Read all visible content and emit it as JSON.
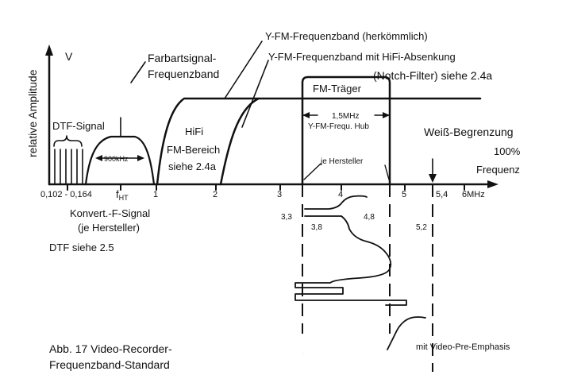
{
  "axis": {
    "y_label": "relative Amplitude",
    "y_unit": "V",
    "x_label": "Frequenz",
    "x_ticks": [
      {
        "label": "0,102 - 0,164",
        "value": 0.13
      },
      {
        "label": "f",
        "sub": "HT",
        "value": 0.6
      },
      {
        "label": "1",
        "value": 1.0
      },
      {
        "label": "2",
        "value": 2.0
      },
      {
        "label": "3",
        "value": 3.0
      },
      {
        "label": "4",
        "value": 4.0
      },
      {
        "label": "5",
        "value": 5.0
      },
      {
        "label": "5,4",
        "value": 5.4
      },
      {
        "label": "6MHz",
        "value": 6.0
      }
    ]
  },
  "labels": {
    "y_fm_band": "Y-FM-Frequenzband (herkömmlich)",
    "y_fm_hifi": "Y-FM-Frequenzband mit HiFi-Absenkung",
    "notch": "(Notch-Filter) siehe 2.4a",
    "farbart_1": "Farbartsignal-",
    "farbart_2": "Frequenzband",
    "fm_traeger": "FM-Träger",
    "hub_1": "1,5MHz",
    "hub_2": "Y-FM-Frequ. Hub",
    "je_hersteller": "je Hersteller",
    "weiss": "Weiß-Begrenzung",
    "percent": "100%",
    "dtf_signal": "DTF-Signal",
    "khz_900": "900kHz",
    "hifi_1": "HiFi",
    "hifi_2": "FM-Bereich",
    "hifi_3": "siehe 2.4a",
    "konvert_1": "Konvert.-F-Signal",
    "konvert_2": "(je Hersteller)",
    "dtf_siehe": "DTF siehe 2.5",
    "m33": "3,3",
    "m48": "4,8",
    "m38": "3,8",
    "m52": "5,2",
    "pre_emphasis": "mit Video-Pre-Emphasis",
    "caption_1": "Abb. 17   Video-Recorder-",
    "caption_2": "Frequenzband-Standard"
  }
}
